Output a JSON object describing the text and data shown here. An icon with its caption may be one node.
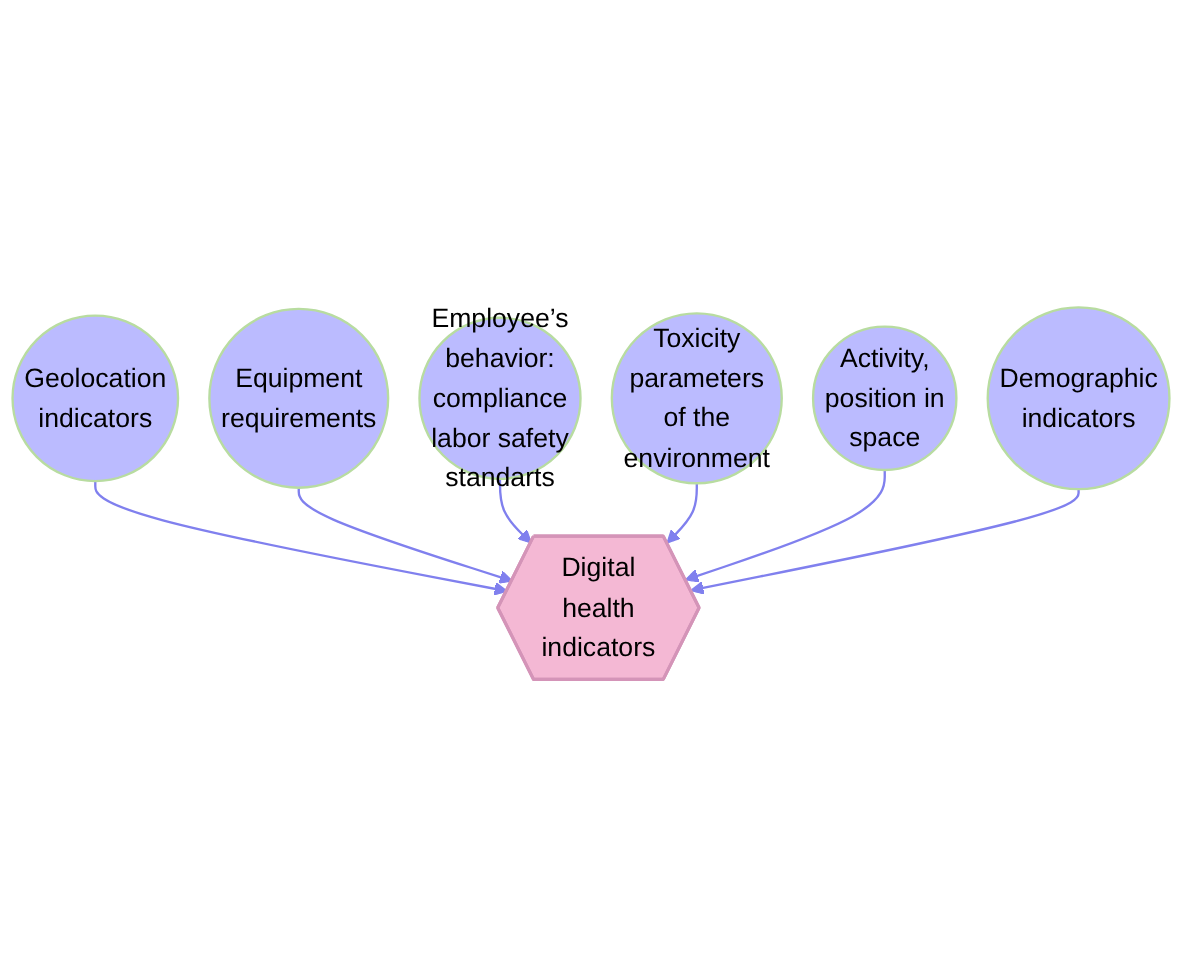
{
  "diagram": {
    "nodes": [
      {
        "text": [
          "Geolocation indicators"
        ]
      },
      {
        "text": [
          "Equipment requirements"
        ]
      },
      {
        "text": [
          "Employee’s behavior: compliance labor safety standarts"
        ]
      },
      {
        "text": [
          "Digital health indicators"
        ]
      },
      {
        "text": [
          "Toxicity parameters of the environment"
        ]
      },
      {
        "text": [
          "Activity, position in space"
        ]
      },
      {
        "text": [
          "Demographic indicators"
        ]
      }
    ],
    "edges": [
      {
        "from": 0,
        "to": 3,
        "arrow": "to"
      },
      {
        "from": 1,
        "to": 3,
        "arrow": "to"
      },
      {
        "from": 2,
        "to": 3,
        "arrow": "to"
      },
      {
        "from": 4,
        "to": 3,
        "arrow": "to"
      },
      {
        "from": 5,
        "to": 3,
        "arrow": "to"
      },
      {
        "from": 6,
        "to": 3,
        "arrow": "to"
      }
    ]
  }
}
